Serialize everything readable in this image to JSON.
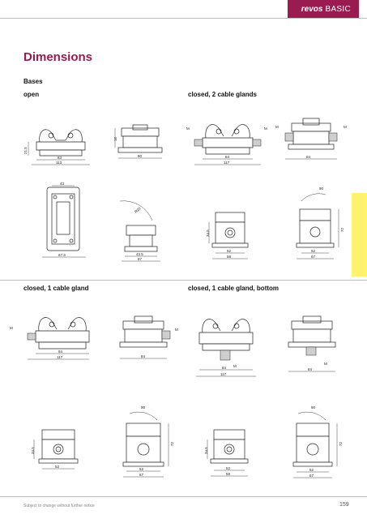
{
  "header": {
    "brand_bold": "revos",
    "brand_light": "BASIC"
  },
  "page_title": "Dimensions",
  "section": "Bases",
  "labels": {
    "open": "open",
    "closed_2": "closed, 2 cable glands",
    "closed_1": "closed, 1 cable gland",
    "closed_1_bottom": "closed, 1 cable gland, bottom"
  },
  "dims": {
    "d21_5": "21.5",
    "d83": "83",
    "d113": "113",
    "d16": "16",
    "d80": "80",
    "d43": "43",
    "d67_3": "67.3",
    "d43_5": "43.5",
    "d67": "67",
    "dR20": "R20",
    "d84": "84",
    "d117": "117",
    "d34_5": "34.5",
    "d52": "52",
    "d58": "58",
    "d72": "72",
    "d90": "90",
    "dM": "M"
  },
  "footer": {
    "note": "Subject to change without further notice",
    "page": "159"
  }
}
